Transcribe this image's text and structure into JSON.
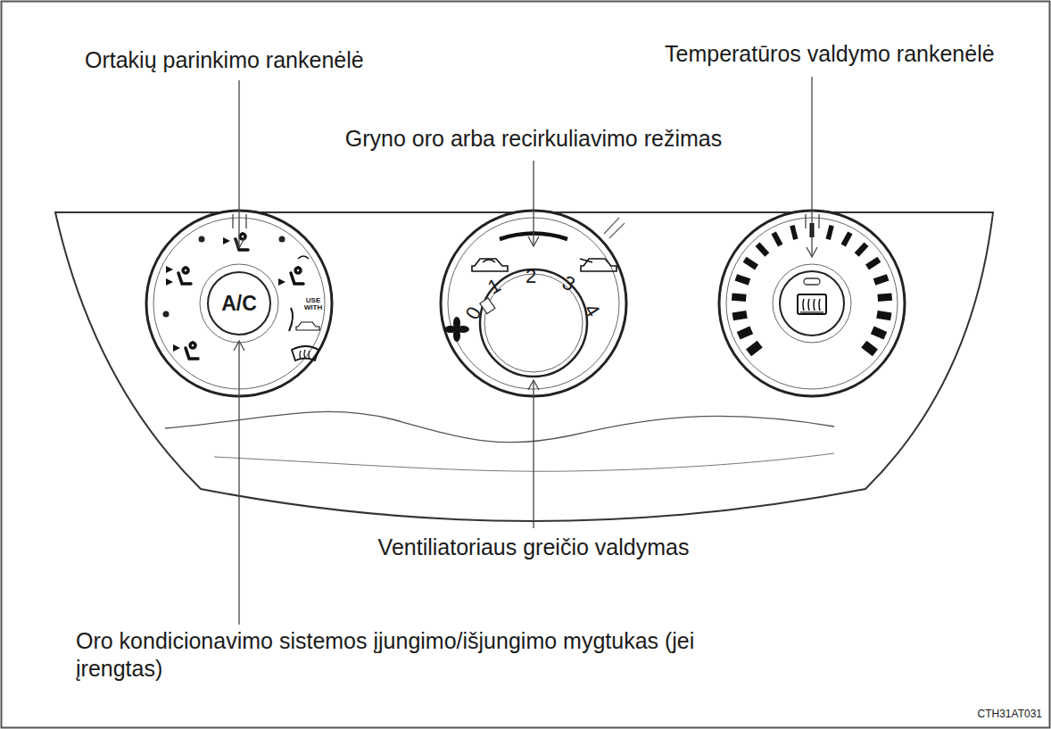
{
  "diagram": {
    "nodes": [
      {
        "text": [
          "A/C"
        ]
      }
    ],
    "labels": [
      "Ortakių parinkimo rankenėlė",
      "Temperatūros valdymo rankenėlė",
      "Gryno oro arba recirkuliavimo režimas",
      "USE WITH",
      "0",
      "1",
      "2",
      "3",
      "4",
      "Ventiliatoriaus greičio valdymas",
      "Oro kondicionavimo sistemos įjungimo/išjungimo mygtukas (jei įrengtas)",
      "CTH31AT031"
    ]
  }
}
